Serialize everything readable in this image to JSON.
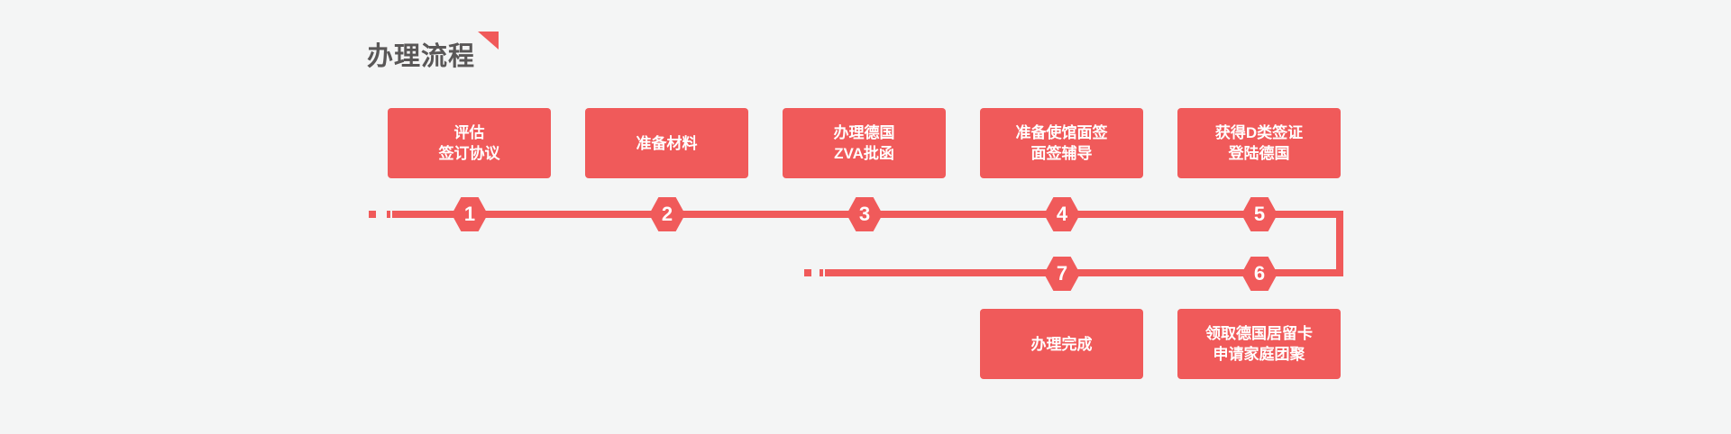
{
  "colors": {
    "background": "#f4f5f5",
    "accent": "#f05a5a",
    "title": "#595757",
    "text-on-accent": "#ffffff"
  },
  "header": {
    "title": "办理流程",
    "corner_icon": "corner-triangle"
  },
  "flow": {
    "steps": [
      {
        "num": "1",
        "label": "评估\n签订协议"
      },
      {
        "num": "2",
        "label": "准备材料"
      },
      {
        "num": "3",
        "label": "办理德国\nZVA批函"
      },
      {
        "num": "4",
        "label": "准备使馆面签\n面签辅导"
      },
      {
        "num": "5",
        "label": "获得D类签证\n登陆德国"
      },
      {
        "num": "6",
        "label": "领取德国居留卡\n申请家庭团聚"
      },
      {
        "num": "7",
        "label": "办理完成"
      }
    ]
  }
}
